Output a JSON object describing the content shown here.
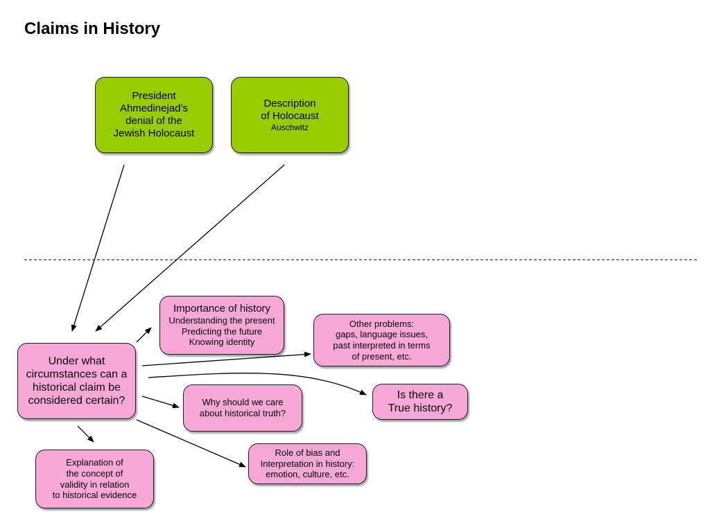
{
  "title": "Claims in History",
  "colors": {
    "green_box": "#99cc00",
    "pink_box": "#f7a8d6",
    "line": "#000000"
  },
  "nodes": {
    "ahmadinejad": {
      "text": "President\nAhmedinejad’s\ndenial of the\nJewish Holocaust"
    },
    "description": {
      "text": "Description\nof Holocaust",
      "subtext": "Auschwitz"
    },
    "central": {
      "text": "Under what\ncircumstances can a\nhistorical claim be\nconsidered certain?"
    },
    "importance": {
      "heading": "Importance of history",
      "text": "Understanding the present\nPredicting the future\nKnowing identity"
    },
    "other_problems": {
      "text": "Other problems:\ngaps, language issues,\npast interpreted in terms\nof present, etc."
    },
    "true_history": {
      "text": "Is there a\nTrue history?"
    },
    "why_care": {
      "text": "Why should we care\nabout historical truth?"
    },
    "bias": {
      "text": "Role of bias and\nInterpretation in history:\nemotion, culture, etc."
    },
    "validity": {
      "text": "Explanation of\nthe concept of\nvalidity in relation\nto historical evidence"
    }
  }
}
